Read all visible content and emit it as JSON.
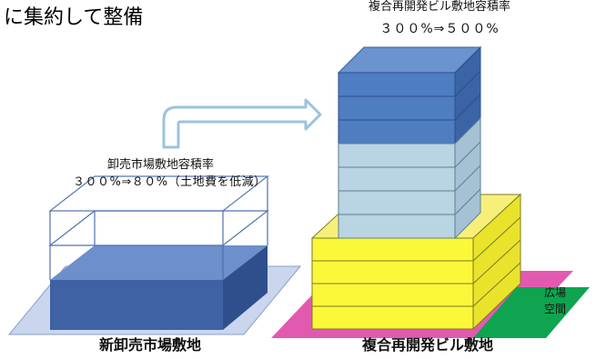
{
  "header": {
    "intro_text": "に集約して整備"
  },
  "right_building": {
    "ratio_title": "複合再開発ビル敷地容積率",
    "ratio_value": "３００%⇒５００%",
    "site_label": "複合再開発ビル敷地"
  },
  "left_market": {
    "ratio_title": "卸売市場敷地容積率",
    "ratio_value": "３００%⇒８０%（土地費を低減）",
    "site_label": "新卸売市場敷地"
  },
  "plaza": {
    "line1": "広場",
    "line2": "空間"
  },
  "colors": {
    "ground": "#c9d6ee",
    "market_fill": "#4a6fb0",
    "tower_blue": "#4f7dc2",
    "tower_light": "#b9d4e2",
    "base_yellow": "#fbf83a",
    "plaza_green": "#0ea450",
    "plaza_pink": "#e25ab0",
    "arrow": "#9cc3dc"
  }
}
